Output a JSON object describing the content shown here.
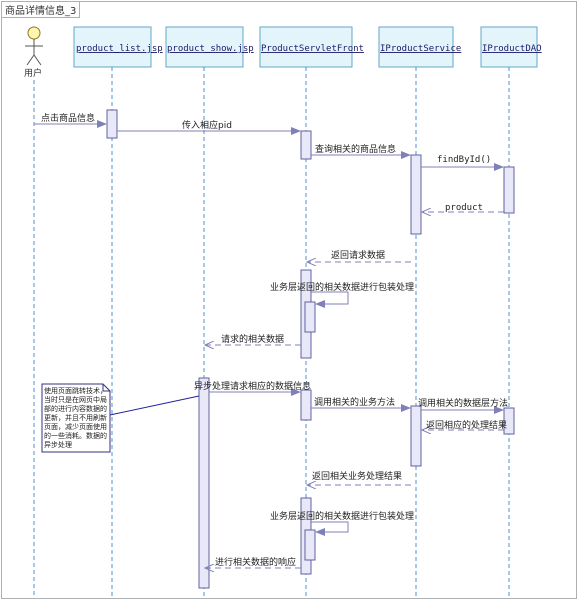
{
  "diagram": {
    "frame_title": "商品详情信息_3",
    "actor": {
      "label": "用户"
    },
    "lifelines": [
      {
        "id": "l1",
        "label": "product_list.jsp"
      },
      {
        "id": "l2",
        "label": "product_show.jsp"
      },
      {
        "id": "l3",
        "label": "ProductServletFront"
      },
      {
        "id": "l4",
        "label": "IProductService"
      },
      {
        "id": "l5",
        "label": "IProductDAO"
      }
    ],
    "messages": [
      {
        "id": "m1",
        "label": "点击商品信息"
      },
      {
        "id": "m2",
        "label": "传入相应pid"
      },
      {
        "id": "m3",
        "label": "查询相关的商品信息"
      },
      {
        "id": "m4",
        "label": "findById()"
      },
      {
        "id": "m5",
        "label": "product"
      },
      {
        "id": "m6",
        "label": "返回请求数据"
      },
      {
        "id": "m7",
        "label": "业务层返回的相关数据进行包装处理"
      },
      {
        "id": "m8",
        "label": "请求的相关数据"
      },
      {
        "id": "m9",
        "label": "异步处理请求相应的数据信息"
      },
      {
        "id": "m10",
        "label": "调用相关的业务方法"
      },
      {
        "id": "m11",
        "label": "调用相关的数据层方法"
      },
      {
        "id": "m12",
        "label": "返回相应的处理结果"
      },
      {
        "id": "m13",
        "label": "返回相关业务处理结果"
      },
      {
        "id": "m14",
        "label": "业务层返回的相关数据进行包装处理"
      },
      {
        "id": "m15",
        "label": "进行相关数据的响应"
      }
    ],
    "note": {
      "text": "使用页面跳转技术，当时只是在网页中局部的进行内容数据的更新，并且不用刷新页面，减少页面使用的一些消耗。数据的异步处理"
    }
  }
}
